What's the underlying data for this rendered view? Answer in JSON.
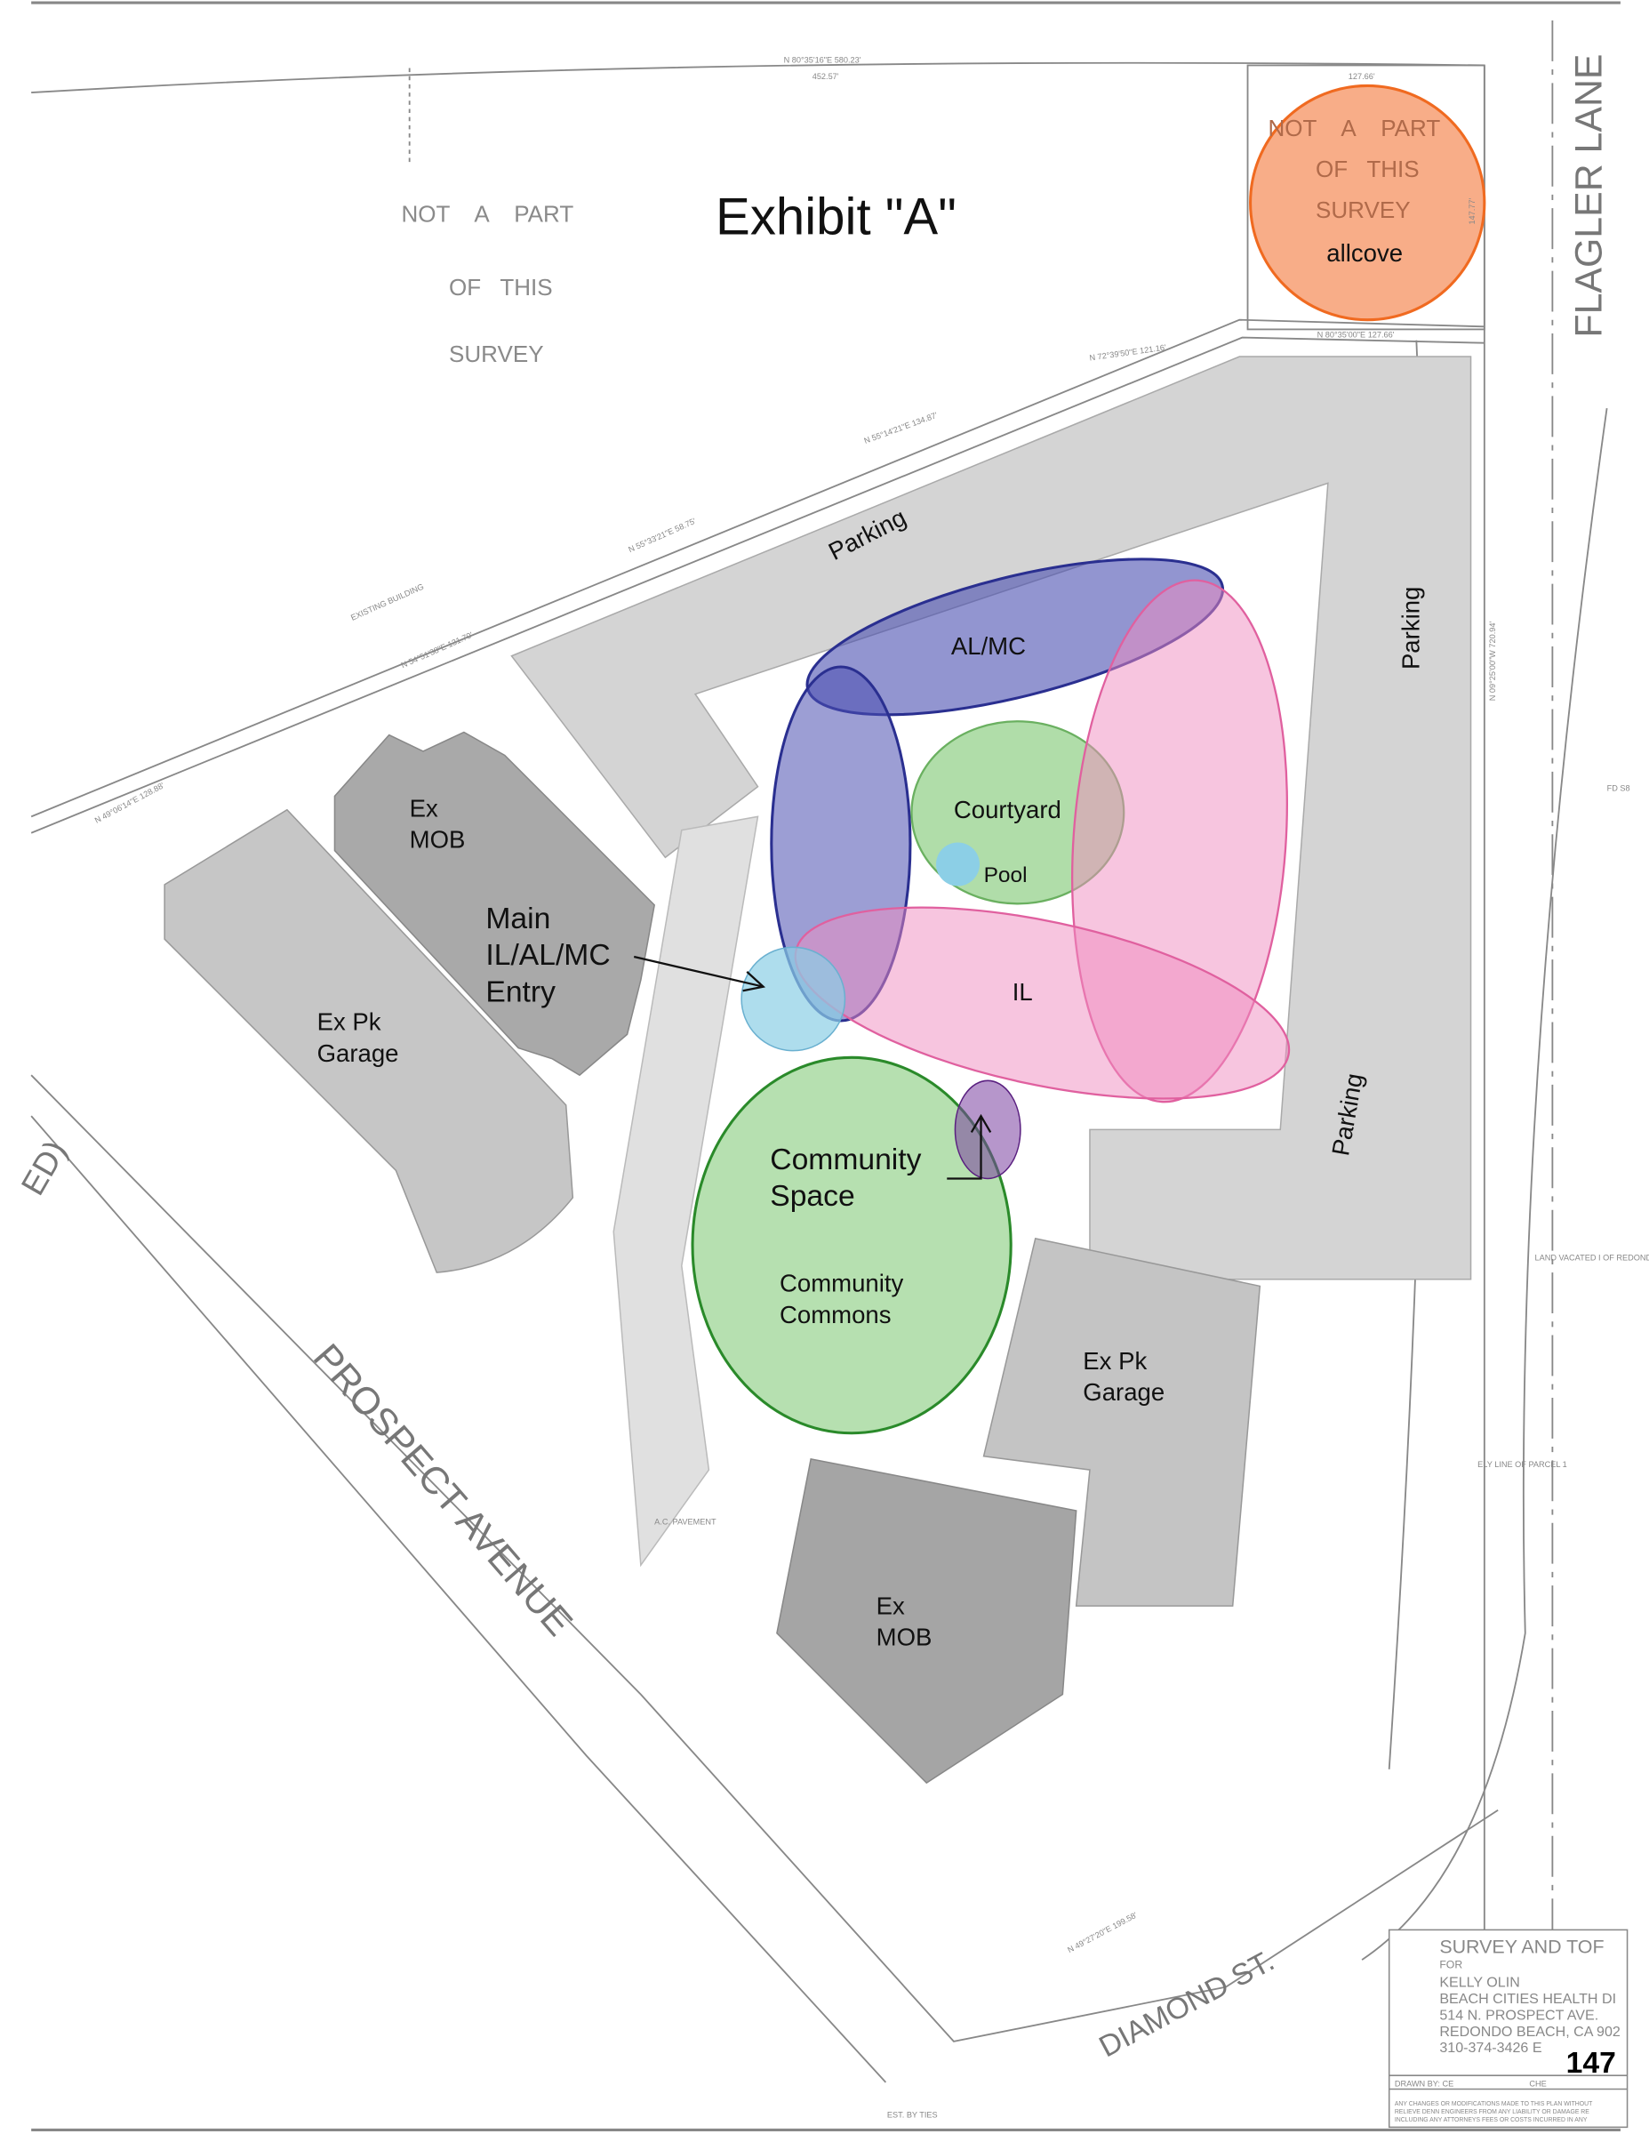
{
  "title": "Exhibit \"A\"",
  "not_part_left": [
    "NOT    A    PART",
    "OF   THIS",
    "SURVEY"
  ],
  "not_part_right": [
    "NOT    A    PART",
    "OF   THIS",
    "SURVEY"
  ],
  "streets": {
    "flagler": "FLAGLER LANE",
    "prospect": "PROSPECT AVENUE",
    "diamond": "DIAMOND ST.",
    "ed": "ED)"
  },
  "zones": {
    "allcove": "allcove",
    "almc": "AL/MC",
    "courtyard": "Courtyard",
    "pool": "Pool",
    "il": "IL",
    "community_space": [
      "Community",
      "Space"
    ],
    "community_commons": [
      "Community",
      "Commons"
    ],
    "main_entry": [
      "Main",
      "IL/AL/MC",
      "Entry"
    ]
  },
  "buildings": {
    "ex_mob_top": [
      "Ex",
      "MOB"
    ],
    "ex_pk_garage_left": [
      "Ex Pk",
      "Garage"
    ],
    "ex_pk_garage_right": [
      "Ex Pk",
      "Garage"
    ],
    "ex_mob_bottom": [
      "Ex",
      "MOB"
    ]
  },
  "parking": [
    "Parking",
    "Parking",
    "Parking"
  ],
  "survey_notes": {
    "top_bearing": "N 80°35'16\"E 580.23'",
    "top_dist": "452.57'",
    "allcove_top": "127.66'",
    "allcove_bottom": "N 80°35'00\"E 127.66'",
    "allcove_right": "147.77'",
    "bearing_1": "N 72°39'50\"E 121.16'",
    "bearing_2": "N 55°14'21\"E 134.87'",
    "bearing_3": "N 55°33'21\"E 58.75'",
    "bearing_4": "N 54°51'38\"E 131.70'",
    "bearing_5": "N 49°06'14\"E 128.88'",
    "bearing_6": "N 09°25'00\"W 720.94'",
    "bearing_7": "N 49°27'20\"E 199.58'",
    "existing_building": "EXISTING BUILDING",
    "ac_pavement": "A.C. PAVEMENT",
    "land_vacated": "LAND VACATED I OF REDONDO BE",
    "ely_line": "ELY LINE OF PARCEL 1",
    "est_by_ties": "EST. BY TIES",
    "fd": "FD S8"
  },
  "title_block": {
    "heading": "SURVEY AND TOF",
    "for": "FOR",
    "lines": [
      "KELLY OLIN",
      "BEACH CITIES HEALTH DI",
      "514 N. PROSPECT AVE.",
      "REDONDO BEACH, CA 902",
      "310-374-3426  E"
    ],
    "drawn_by": "DRAWN BY:  CE",
    "checked_by": "CHE",
    "disclaimer": [
      "ANY CHANGES OR MODIFICATIONS MADE TO THIS PLAN WITHOUT",
      "RELIEVE DENN ENGINEERS FROM ANY LIABILITY OR DAMAGE RE",
      "INCLUDING ANY ATTORNEYS FEES OR COSTS INCURRED IN ANY"
    ],
    "page_number": "147"
  },
  "colors": {
    "blue": "#4a4fb0",
    "pink": "#f08cc0",
    "green": "#8fcf85",
    "light_blue": "#8ccfe6",
    "purple": "#7a3fa0",
    "orange": "#f58a55"
  }
}
